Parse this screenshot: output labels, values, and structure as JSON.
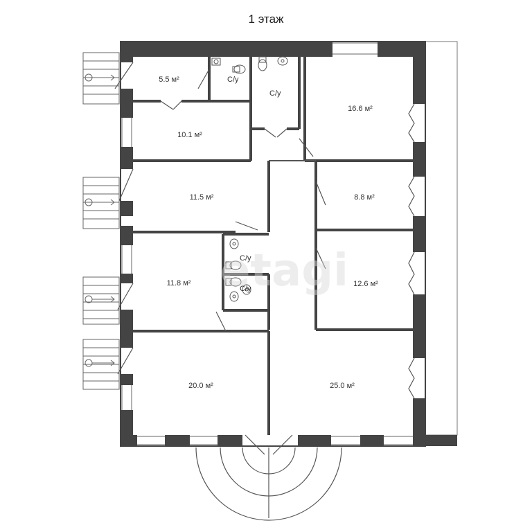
{
  "title": "1 этаж",
  "watermark": "etagi",
  "colors": {
    "wall": "#444444",
    "line": "#555555",
    "background": "#ffffff"
  },
  "rooms": [
    {
      "id": "room-a",
      "area": "5.5 м²"
    },
    {
      "id": "room-b",
      "area": "10.1 м²"
    },
    {
      "id": "room-c",
      "area": "11.5 м²"
    },
    {
      "id": "room-d",
      "area": "11.8 м²"
    },
    {
      "id": "room-e",
      "area": "20.0 м²"
    },
    {
      "id": "room-f",
      "area": "16.6 м²"
    },
    {
      "id": "room-g",
      "area": "8.8 м²"
    },
    {
      "id": "room-h",
      "area": "12.6 м²"
    },
    {
      "id": "room-i",
      "area": "25.0 м²"
    }
  ],
  "wc_label": "С/у"
}
